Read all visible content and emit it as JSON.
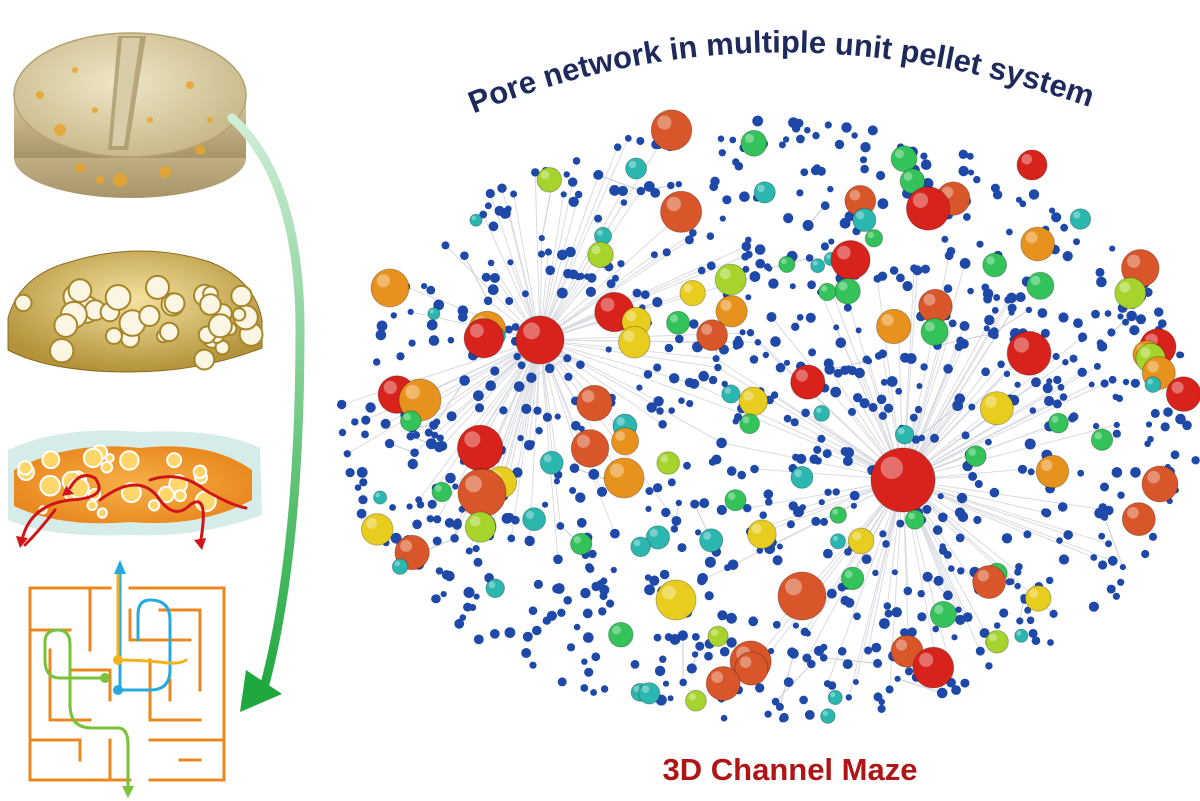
{
  "title": "Pore network in multiple unit pellet system",
  "caption": "3D Channel Maze",
  "colors": {
    "title": "#1f2a5c",
    "caption": "#b01414",
    "arrow": "#2cb84a",
    "link": "#c8ccd4",
    "node_small": "#1f49a8",
    "node_palette": [
      "#2bb7b0",
      "#34c25a",
      "#a6d42c",
      "#e8cc1e",
      "#e8921e",
      "#d8562a",
      "#d8231c"
    ],
    "maze_lines": "#e8881e"
  },
  "panels": [
    {
      "name": "tablet-image"
    },
    {
      "name": "pellet-cross-section-image"
    },
    {
      "name": "pore-pathways-image"
    },
    {
      "name": "maze-icon"
    }
  ]
}
